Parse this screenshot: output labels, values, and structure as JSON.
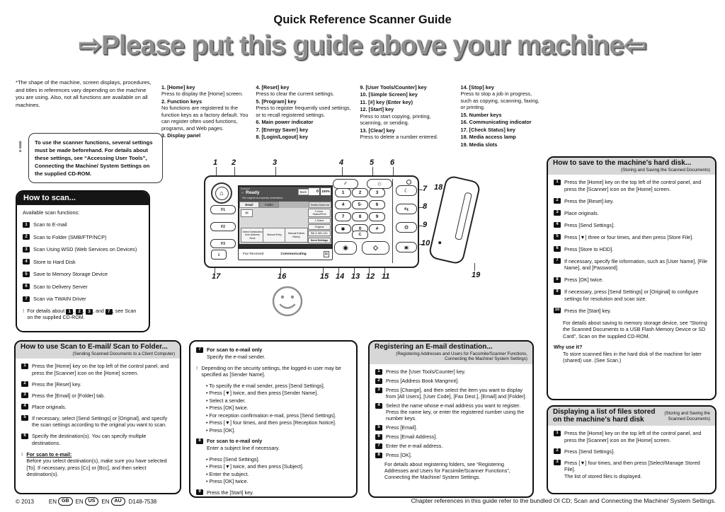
{
  "page": {
    "title": "Quick Reference Scanner Guide",
    "arrow_left": "⇨",
    "headline": "Please put this guide above your machine",
    "arrow_right": "⇦",
    "intro_note": "*The shape of the machine, screen displays, procedures, and titles in references vary depending on the machine you are using. Also, not all functions are available on all machines.",
    "warning_icon": "!",
    "warning_note": "To use the scanner functions, several settings must be made beforehand. For details about these settings, see “Accessing User Tools”, Connecting the Machine/ System Settings on the supplied CD-ROM.",
    "footer_year": "© 2013",
    "footer_langs": [
      {
        "prefix": "EN",
        "region": "GB"
      },
      {
        "prefix": "EN",
        "region": "US"
      },
      {
        "prefix": "EN",
        "region": "AU"
      }
    ],
    "footer_code": "D148-7538",
    "footer_right": "Chapter references in this guide refer to the bundled OI CD; Scan and Connecting the Machine/ System Settings."
  },
  "key_legend": {
    "col1": [
      {
        "name": "1. [Home] key",
        "desc": "Press to display the [Home] screen."
      },
      {
        "name": "2. Function keys",
        "desc": "No functions are registered to the function keys as a factory default. You can register often used functions, programs, and Web pages."
      },
      {
        "name": "3. Display panel",
        "desc": ""
      }
    ],
    "col2": [
      {
        "name": "4. [Reset] key",
        "desc": "Press to clear the current settings."
      },
      {
        "name": "5. [Program] key",
        "desc": "Press to register frequently used settings, or to recall registered settings."
      },
      {
        "name": "6. Main power indicator",
        "desc": ""
      },
      {
        "name": "7. [Energy Saver] key",
        "desc": ""
      },
      {
        "name": "8. [Login/Logout] key",
        "desc": ""
      }
    ],
    "col3": [
      {
        "name": "9. [User Tools/Counter] key",
        "desc": ""
      },
      {
        "name": "10. [Simple Screen] key",
        "desc": ""
      },
      {
        "name": "11. [#] key (Enter key)",
        "desc": ""
      },
      {
        "name": "12. [Start] key",
        "desc": "Press to start copying, printing, scanning, or sending."
      },
      {
        "name": "13. [Clear] key",
        "desc": "Press to delete a number entered."
      }
    ],
    "col4": [
      {
        "name": "14. [Stop] key",
        "desc": "Press to stop a job in progress, such as copying, scanning, faxing, or printing."
      },
      {
        "name": "15. Number keys",
        "desc": ""
      },
      {
        "name": "16. Communicating indicator",
        "desc": ""
      },
      {
        "name": "17. [Check Status] key",
        "desc": ""
      },
      {
        "name": "18. Media access lamp",
        "desc": ""
      },
      {
        "name": "19. Media slots",
        "desc": ""
      }
    ]
  },
  "how_to_scan": {
    "title": "How to scan...",
    "intro": "Available scan functions:",
    "items": [
      "Scan to E-mail",
      "Scan to Folder (SMB/FTP/NCP)",
      "Scan Using WSD (Web Services on Devices)",
      "Store to Hard Disk",
      "Save to Memory Storage Device",
      "Scan to Delivery Server",
      "Scan via TWAIN Driver"
    ],
    "note": {
      "prefix": "For details about ",
      "refs": [
        "1",
        "2",
        "3",
        "7"
      ],
      "j1": ", ",
      "j2": ", and ",
      "suffix": ", see Scan on the supplied CD-ROM."
    }
  },
  "boxes": {
    "scan_to_email": {
      "title": "How to use Scan to E-mail/ Scan to Folder...",
      "subtitle": "(Sending Scanned Documents to a Client Computer)",
      "steps": [
        "Press the [Home] key on the top left of the control panel, and press the [Scanner] icon on the [Home] screen.",
        "Press the [Reset] key.",
        "Press the [Email] or [Folder] tab.",
        "Place originals.",
        "If necessary, select [Send Settings] or [Original], and specify the scan settings according to the original you want to scan.",
        "Specify the destination(s). You can specify multiple destinations."
      ],
      "warn_heading": "For scan to e-mail:",
      "warn_text": "Before you select destination(s), make sure you have selected [To]. If necessary, press [Cc] or [Bcc], and then select destination(s)."
    },
    "email_only": {
      "step7_num": "7",
      "step7_title": "For scan to e-mail only",
      "step7_text": "Specify the e-mail sender.",
      "warn_text": "Depending on the security settings, the logged-in user may be specified as [Sender Name].",
      "step7_bullets": [
        "To specify the e-mail sender, press [Send Settings].",
        "Press [▼] twice, and then press [Sender Name].",
        "Select a sender.",
        "Press [OK] twice.",
        "For reception confirmation e-mail, press [Send Settings].",
        "Press [▼] four times, and then press [Reception Notice].",
        "Press [OK]."
      ],
      "step8_num": "8",
      "step8_title": "For scan to e-mail only",
      "step8_text": "Enter a subject line if necessary.",
      "step8_bullets": [
        "Press [Send Settings].",
        "Press [▼] twice, and then press [Subject].",
        "Enter the subject.",
        "Press [OK] twice."
      ],
      "step9_num": "9",
      "step9_text": "Press the [Start] key."
    },
    "register_email": {
      "title": "Registering an E-mail destination...",
      "subtitle": "(Registering Addresses and Users for Facsimile/Scanner Functions, Connecting the Machine/ System Settings)",
      "steps": [
        "Press the [User Tools/Counter] key.",
        "Press [Address Book Mangmnt].",
        "Press [Change], and then select the item you want to display from [All Users], [User Code], [Fax Dest.], [Email] and [Folder].",
        "Select the name whose e-mail address you want to register. Press the name key, or enter the registered number using the number keys.",
        "Press [Email].",
        "Press [Email Address].",
        "Enter the e-mail address.",
        "Press [OK]."
      ],
      "note": "For details about registering folders, see “Registering Addresses and Users for Facsimile/Scanner Functions”, Connecting the Machine/ System Settings."
    },
    "save_hdd": {
      "title": "How to save to the machine's hard disk...",
      "subtitle": "(Storing and Saving the Scanned Documents)",
      "steps": [
        "Press the [Home] key on the top left of the control panel, and press the [Scanner] icon on the [Home] screen.",
        "Press the [Reset] key.",
        "Place originals.",
        "Press [Send Settings].",
        "Press [▼] three or four times, and then press [Store File].",
        "Press [Store to HDD].",
        "If necessary, specify file information, such as [User Name], [File Name], and [Password].",
        "Press [OK] twice.",
        "If necessary, press [Send Settings] or [Original] to configure settings for resolution and scan size.",
        "Press the [Start] key."
      ],
      "note": "For details about saving to memory storage device, see “Storing the Scanned Documents to a USB Flash Memory Device or SD Card”, Scan on the supplied CD-ROM.",
      "why_title": "Why use it?",
      "why_text": "To store scanned files in the hard disk of the machine for later (shared) use. (See Scan.)"
    },
    "display_list": {
      "title": "Displaying a list of files stored on the machine's hard disk",
      "subtitle": "(Storing and Saving the Scanned Documents)",
      "steps": [
        "Press the [Home] key on the top left of the control panel, and press the [Scanner] icon on the [Home] screen.",
        "Press [Send Settings].",
        "Press [▼] four times, and then press [Select/Manage Stored File].\nThe list of stored files is displayed."
      ]
    }
  },
  "control_panel": {
    "callouts": [
      "1",
      "2",
      "3",
      "4",
      "5",
      "6",
      "7",
      "8",
      "9",
      "10",
      "11",
      "12",
      "13",
      "14",
      "15",
      "16",
      "17",
      "18",
      "19"
    ],
    "function_keys": [
      "F1",
      "F2",
      "F3"
    ],
    "keys": {
      "home_glyph": "⌂",
      "reset": "∕∕",
      "program": "◇",
      "clear": "C",
      "stop": "◉",
      "start": "◇",
      "check": "i",
      "energy_saver": "☾",
      "login_logout": "⇆",
      "user_tools": "⚙",
      "simple_screen": "▣"
    },
    "screen": {
      "app": "Scanner",
      "ready_dot": "○",
      "status": "Ready",
      "message": "Set original and specify destination.",
      "back": "Back",
      "counter": "0",
      "zoom": "100%",
      "tabs": [
        "Email",
        "Folder"
      ],
      "switch_dest": "Switch Dest.List",
      "comm_status": "Comm. Status/Print",
      "sided": "1 Sided",
      "original": "Original",
      "bw": "Blk & Wht 1&1",
      "send_settings": "Send Settings",
      "buttons": [
        "Select Destination from Address Book",
        "Manual Entry",
        "Manual Entries History"
      ],
      "envelope_icon": "✉"
    },
    "numpad": [
      "1",
      "2",
      "3",
      "4",
      "5·",
      "6",
      "7",
      "8",
      "9",
      "✱",
      "0",
      "#"
    ],
    "bottom_bar": [
      "Fax Received",
      "Communicating"
    ],
    "bottom_bar_icon": "▤"
  }
}
